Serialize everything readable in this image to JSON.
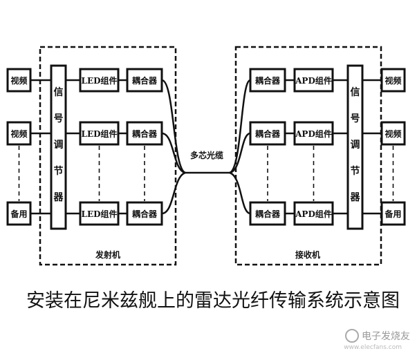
{
  "diagram": {
    "transmitter": {
      "label": "发射机",
      "inputs": [
        "视频",
        "视频",
        "备用"
      ],
      "conditioner": "信号调节器",
      "led_modules": [
        "LED组件",
        "LED组件",
        "LED组件"
      ],
      "couplers": [
        "耦合器",
        "耦合器",
        "耦合器"
      ]
    },
    "cable_label": "多芯光缆",
    "receiver": {
      "label": "接收机",
      "couplers": [
        "耦合器",
        "耦合器",
        "耦合器"
      ],
      "apd_modules": [
        "APD组件",
        "APD组件",
        "APD组件"
      ],
      "conditioner": "信号调节器",
      "outputs": [
        "视频",
        "视频",
        "备用"
      ]
    }
  },
  "caption": "安装在尼米兹舰上的雷达光纤传输系统示意图",
  "watermark": {
    "text": "电子发烧友",
    "url": "www.elecfans.com"
  }
}
